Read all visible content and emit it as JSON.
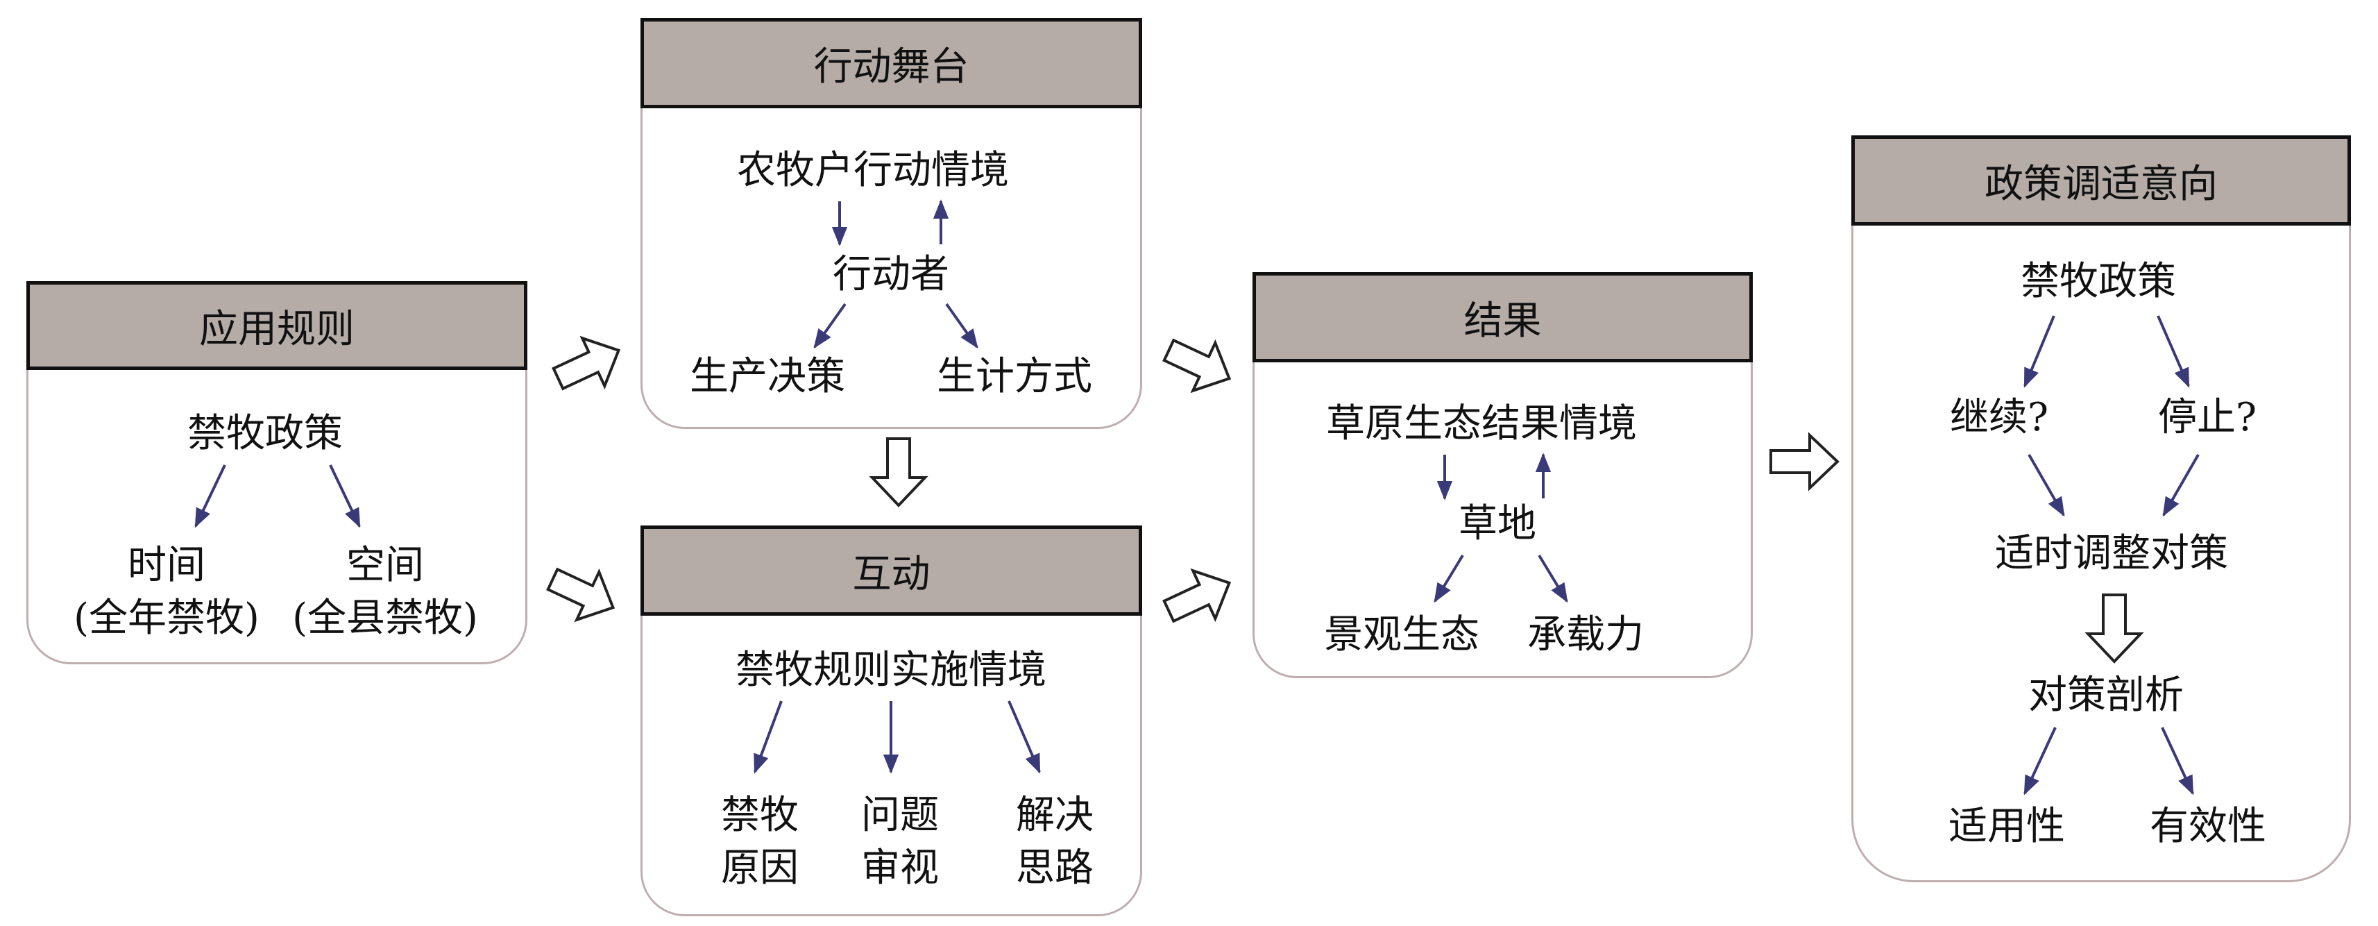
{
  "rules": {
    "title": "应用规则",
    "policy": "禁牧政策",
    "time": "时间",
    "time_detail": "(全年禁牧)",
    "space": "空间",
    "space_detail": "(全县禁牧)"
  },
  "stage": {
    "title": "行动舞台",
    "situation": "农牧户行动情境",
    "actor": "行动者",
    "production": "生产决策",
    "livelihood": "生计方式"
  },
  "interaction": {
    "title": "互动",
    "situation": "禁牧规则实施情境",
    "reason_1": "禁牧",
    "reason_2": "原因",
    "problem_1": "问题",
    "problem_2": "审视",
    "solution_1": "解决",
    "solution_2": "思路"
  },
  "outcome": {
    "title": "结果",
    "situation": "草原生态结果情境",
    "grassland": "草地",
    "landscape": "景观生态",
    "capacity": "承载力"
  },
  "policy_adjust": {
    "title": "政策调适意向",
    "policy": "禁牧政策",
    "continue": "继续?",
    "stop": "停止?",
    "adjust": "适时调整对策",
    "analysis": "对策剖析",
    "applicability": "适用性",
    "effectiveness": "有效性"
  },
  "colors": {
    "header_fill": "#b5aba7",
    "card_border": "#bfaeb0",
    "arrow": "#3b3a78"
  }
}
